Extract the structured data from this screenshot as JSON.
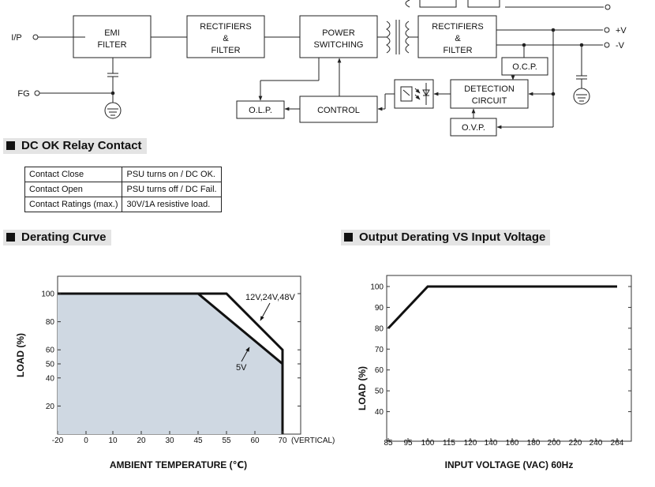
{
  "block_diagram": {
    "input_label": "I/P",
    "fg_label": "FG",
    "emi_filter": [
      "EMI",
      "FILTER"
    ],
    "primary_rectifier": [
      "RECTIFIERS",
      "&",
      "FILTER"
    ],
    "power_switching": [
      "POWER",
      "SWITCHING"
    ],
    "secondary_rectifier": [
      "RECTIFIERS",
      "&",
      "FILTER"
    ],
    "olp": "O.L.P.",
    "control": "CONTROL",
    "ocp": "O.C.P.",
    "detection": [
      "DETECTION",
      "CIRCUIT"
    ],
    "ovp": "O.V.P.",
    "out_pos": "+V",
    "out_neg": "-V"
  },
  "relay_section": {
    "title": "DC OK Relay Contact",
    "rows": [
      {
        "key": "Contact Close",
        "value": "PSU turns on / DC OK."
      },
      {
        "key": "Contact Open",
        "value": "PSU turns off / DC Fail."
      },
      {
        "key": "Contact Ratings (max.)",
        "value": "30V/1A resistive load."
      }
    ]
  },
  "derating_section": {
    "title": "Derating Curve"
  },
  "output_section": {
    "title": "Output Derating VS Input Voltage"
  },
  "chart_data": [
    {
      "type": "area",
      "xlabel": "AMBIENT TEMPERATURE (℃)",
      "ylabel": "LOAD (%)",
      "x_ticks": [
        "-20",
        "0",
        "10",
        "20",
        "30",
        "45",
        "55",
        "60",
        "70"
      ],
      "x_suffix": "(VERTICAL)",
      "y_ticks": [
        "100",
        "80",
        "60",
        "50",
        "40",
        "20"
      ],
      "xlim": [
        -20,
        70
      ],
      "ylim": [
        0,
        100
      ],
      "series": [
        {
          "name": "12V,24V,48V",
          "x": [
            -20,
            55,
            70,
            70
          ],
          "y": [
            100,
            100,
            60,
            0
          ]
        },
        {
          "name": "5V",
          "x": [
            -20,
            45,
            70,
            70
          ],
          "y": [
            100,
            100,
            50,
            0
          ]
        }
      ],
      "fill_color": "#cfd8e2"
    },
    {
      "type": "line",
      "xlabel": "INPUT VOLTAGE (VAC) 60Hz",
      "ylabel": "LOAD (%)",
      "x_ticks": [
        "85",
        "95",
        "100",
        "115",
        "120",
        "140",
        "160",
        "180",
        "200",
        "220",
        "240",
        "264"
      ],
      "y_ticks": [
        "100",
        "90",
        "80",
        "70",
        "60",
        "50",
        "40"
      ],
      "ylim": [
        30,
        100
      ],
      "series": [
        {
          "x": [
            85,
            100,
            264
          ],
          "y": [
            80,
            100,
            100
          ]
        }
      ]
    }
  ]
}
